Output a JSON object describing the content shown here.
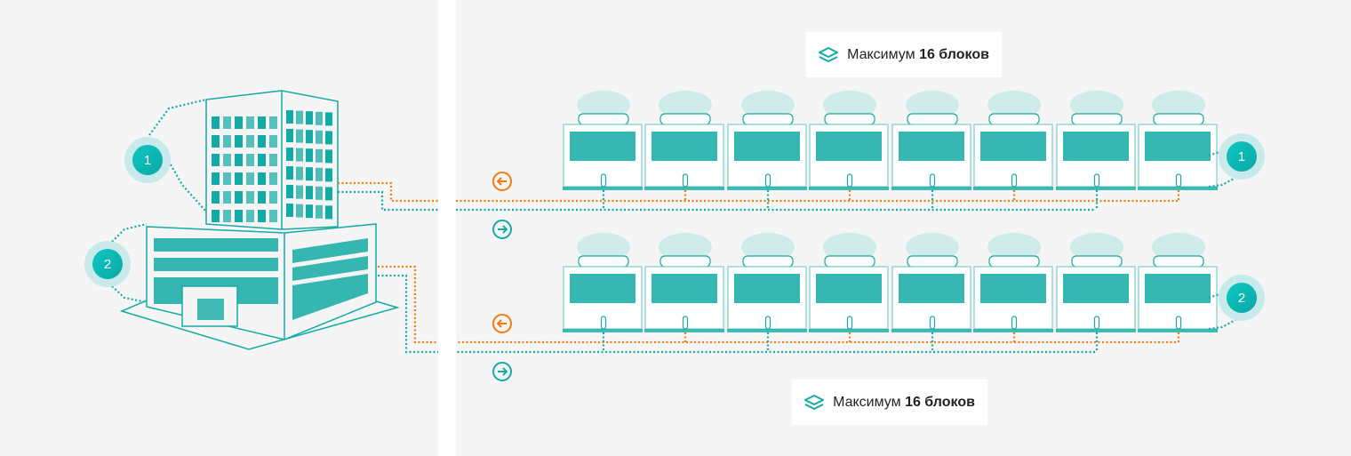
{
  "colors": {
    "teal": "#14aaa5",
    "orange": "#f07d0f",
    "background": "#f5f5f5"
  },
  "top_label": {
    "prefix": "Максимум",
    "bold": "16 блоков",
    "icon": "layers-icon"
  },
  "bottom_label": {
    "prefix": "Максимум",
    "bold": "16 блоков",
    "icon": "layers-icon"
  },
  "badges": {
    "building_1": "1",
    "building_2": "2",
    "row_1": "1",
    "row_2": "2"
  },
  "rows": [
    {
      "units": 8,
      "return_arrow": "arrow-left-icon",
      "supply_arrow": "arrow-right-icon"
    },
    {
      "units": 8,
      "return_arrow": "arrow-left-icon",
      "supply_arrow": "arrow-right-icon"
    }
  ]
}
